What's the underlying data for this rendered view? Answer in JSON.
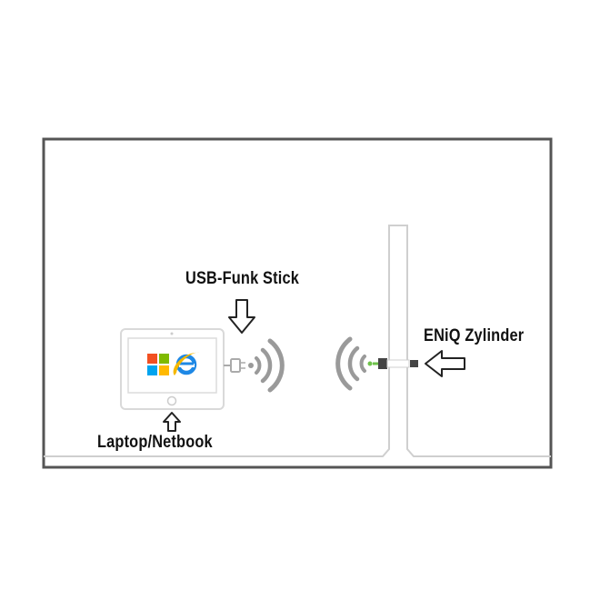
{
  "labels": {
    "usb_stick": "USB-Funk Stick",
    "cylinder": "ENiQ Zylinder",
    "laptop": "Laptop/Netbook"
  },
  "colors": {
    "outline": "#555555",
    "wall": "#cfcfcf",
    "tablet": "#d9d9d9",
    "signal": "#9a9a9a",
    "led": "#6ec24a",
    "ms_red": "#f25022",
    "ms_green": "#7fba00",
    "ms_blue": "#00a4ef",
    "ms_yellow": "#ffb900",
    "ie_blue": "#1e88e5"
  },
  "icons": {
    "windows": "windows-logo-icon",
    "browser": "internet-explorer-icon",
    "usb": "usb-plug-icon",
    "signal": "wireless-signal-icon",
    "arrow": "outline-arrow-icon"
  }
}
